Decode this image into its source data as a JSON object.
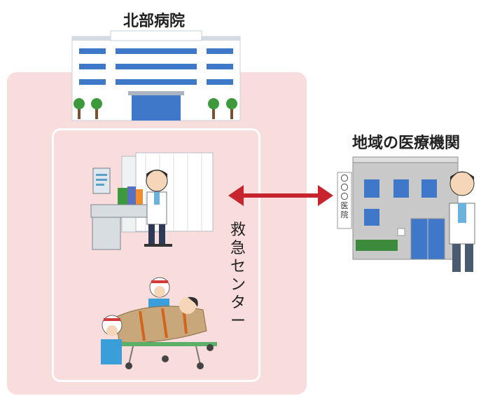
{
  "hospital": {
    "name": "北部病院"
  },
  "emergency_center": {
    "label_chars": [
      "救",
      "急",
      "セ",
      "ン",
      "タ",
      "ー"
    ]
  },
  "clinic": {
    "name": "地域の医療機関",
    "sign_chars": [
      "〇",
      "〇",
      "〇",
      "医",
      "院"
    ]
  },
  "colors": {
    "zone": "#f9dcdc",
    "arrow": "#c8242f",
    "building_blue": "#3f78c9"
  }
}
